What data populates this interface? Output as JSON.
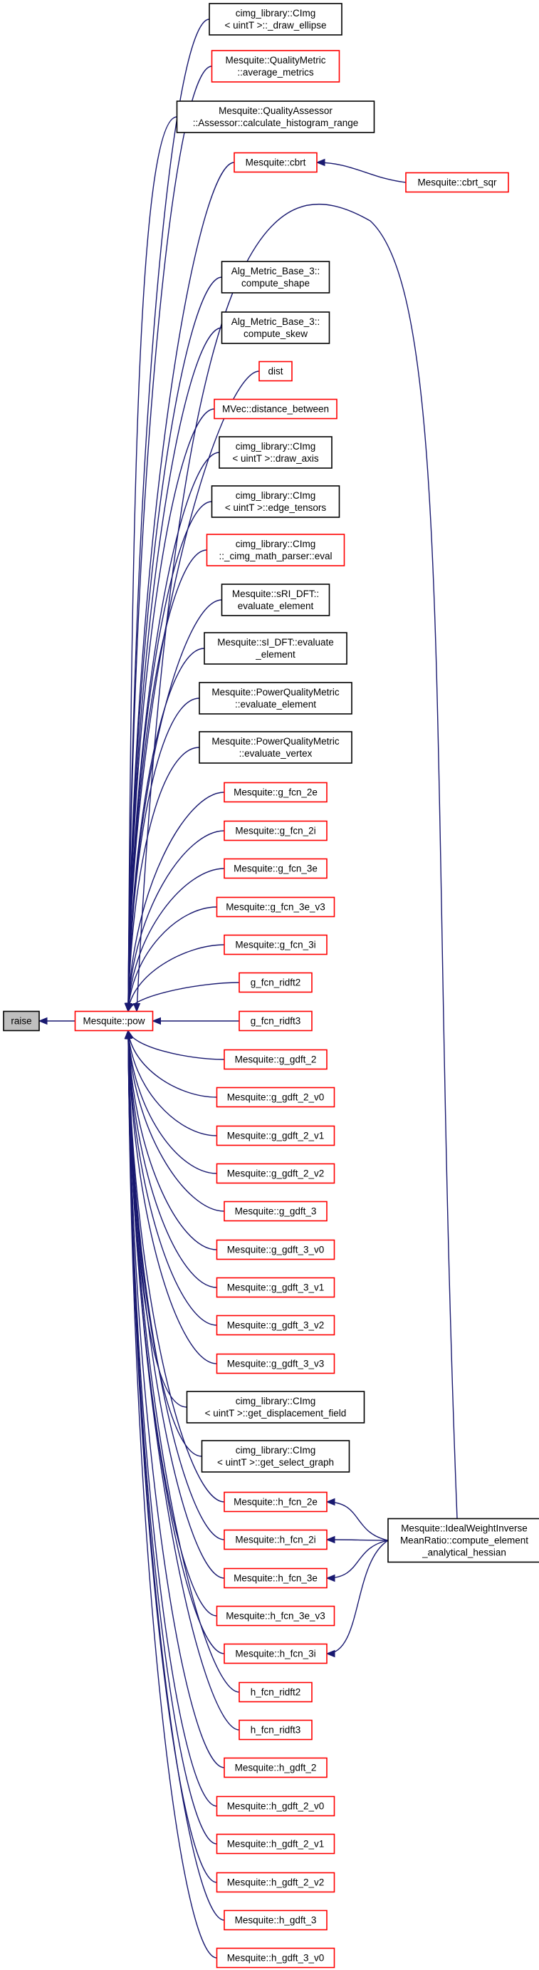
{
  "graph": {
    "title": "Caller graph of raise",
    "colors": {
      "edge": "#191970",
      "node_border_documented": "#000000",
      "node_border_undocumented": "#ff0000",
      "root_fill": "#bfbfbf"
    },
    "nodes": [
      {
        "id": "raise",
        "lines": [
          "raise"
        ],
        "border": "gray"
      },
      {
        "id": "pow",
        "lines": [
          "Mesquite::pow"
        ],
        "border": "red"
      },
      {
        "id": "c1",
        "lines": [
          "cimg_library::CImg",
          "< uintT >::_draw_ellipse"
        ],
        "border": "black"
      },
      {
        "id": "c2",
        "lines": [
          "Mesquite::QualityMetric",
          "::average_metrics"
        ],
        "border": "red"
      },
      {
        "id": "c3",
        "lines": [
          "Mesquite::QualityAssessor",
          "::Assessor::calculate_histogram_range"
        ],
        "border": "black"
      },
      {
        "id": "c4",
        "lines": [
          "Mesquite::cbrt"
        ],
        "border": "red"
      },
      {
        "id": "c5",
        "lines": [
          "Alg_Metric_Base_3::",
          "compute_shape"
        ],
        "border": "black"
      },
      {
        "id": "c6",
        "lines": [
          "Alg_Metric_Base_3::",
          "compute_skew"
        ],
        "border": "black"
      },
      {
        "id": "c7",
        "lines": [
          "dist"
        ],
        "border": "red"
      },
      {
        "id": "c8",
        "lines": [
          "MVec::distance_between"
        ],
        "border": "red"
      },
      {
        "id": "c9",
        "lines": [
          "cimg_library::CImg",
          "< uintT >::draw_axis"
        ],
        "border": "black"
      },
      {
        "id": "c10",
        "lines": [
          "cimg_library::CImg",
          "< uintT >::edge_tensors"
        ],
        "border": "black"
      },
      {
        "id": "c11",
        "lines": [
          "cimg_library::CImg",
          "::_cimg_math_parser::eval"
        ],
        "border": "red"
      },
      {
        "id": "c12",
        "lines": [
          "Mesquite::sRI_DFT::",
          "evaluate_element"
        ],
        "border": "black"
      },
      {
        "id": "c13",
        "lines": [
          "Mesquite::sI_DFT::evaluate",
          "_element"
        ],
        "border": "black"
      },
      {
        "id": "c14",
        "lines": [
          "Mesquite::PowerQualityMetric",
          "::evaluate_element"
        ],
        "border": "black"
      },
      {
        "id": "c15",
        "lines": [
          "Mesquite::PowerQualityMetric",
          "::evaluate_vertex"
        ],
        "border": "black"
      },
      {
        "id": "c16",
        "lines": [
          "Mesquite::g_fcn_2e"
        ],
        "border": "red"
      },
      {
        "id": "c17",
        "lines": [
          "Mesquite::g_fcn_2i"
        ],
        "border": "red"
      },
      {
        "id": "c18",
        "lines": [
          "Mesquite::g_fcn_3e"
        ],
        "border": "red"
      },
      {
        "id": "c19",
        "lines": [
          "Mesquite::g_fcn_3e_v3"
        ],
        "border": "red"
      },
      {
        "id": "c20",
        "lines": [
          "Mesquite::g_fcn_3i"
        ],
        "border": "red"
      },
      {
        "id": "c21",
        "lines": [
          "g_fcn_ridft2"
        ],
        "border": "red"
      },
      {
        "id": "c22",
        "lines": [
          "g_fcn_ridft3"
        ],
        "border": "red"
      },
      {
        "id": "c23",
        "lines": [
          "Mesquite::g_gdft_2"
        ],
        "border": "red"
      },
      {
        "id": "c24",
        "lines": [
          "Mesquite::g_gdft_2_v0"
        ],
        "border": "red"
      },
      {
        "id": "c25",
        "lines": [
          "Mesquite::g_gdft_2_v1"
        ],
        "border": "red"
      },
      {
        "id": "c26",
        "lines": [
          "Mesquite::g_gdft_2_v2"
        ],
        "border": "red"
      },
      {
        "id": "c27",
        "lines": [
          "Mesquite::g_gdft_3"
        ],
        "border": "red"
      },
      {
        "id": "c28",
        "lines": [
          "Mesquite::g_gdft_3_v0"
        ],
        "border": "red"
      },
      {
        "id": "c29",
        "lines": [
          "Mesquite::g_gdft_3_v1"
        ],
        "border": "red"
      },
      {
        "id": "c30",
        "lines": [
          "Mesquite::g_gdft_3_v2"
        ],
        "border": "red"
      },
      {
        "id": "c31",
        "lines": [
          "Mesquite::g_gdft_3_v3"
        ],
        "border": "red"
      },
      {
        "id": "c32",
        "lines": [
          "cimg_library::CImg",
          "< uintT >::get_displacement_field"
        ],
        "border": "black"
      },
      {
        "id": "c33",
        "lines": [
          "cimg_library::CImg",
          "< uintT >::get_select_graph"
        ],
        "border": "black"
      },
      {
        "id": "c34",
        "lines": [
          "Mesquite::h_fcn_2e"
        ],
        "border": "red"
      },
      {
        "id": "c35",
        "lines": [
          "Mesquite::h_fcn_2i"
        ],
        "border": "red"
      },
      {
        "id": "c36",
        "lines": [
          "Mesquite::h_fcn_3e"
        ],
        "border": "red"
      },
      {
        "id": "c37",
        "lines": [
          "Mesquite::h_fcn_3e_v3"
        ],
        "border": "red"
      },
      {
        "id": "c38",
        "lines": [
          "Mesquite::h_fcn_3i"
        ],
        "border": "red"
      },
      {
        "id": "c39",
        "lines": [
          "h_fcn_ridft2"
        ],
        "border": "red"
      },
      {
        "id": "c40",
        "lines": [
          "h_fcn_ridft3"
        ],
        "border": "red"
      },
      {
        "id": "c41",
        "lines": [
          "Mesquite::h_gdft_2"
        ],
        "border": "red"
      },
      {
        "id": "c42",
        "lines": [
          "Mesquite::h_gdft_2_v0"
        ],
        "border": "red"
      },
      {
        "id": "c43",
        "lines": [
          "Mesquite::h_gdft_2_v1"
        ],
        "border": "red"
      },
      {
        "id": "c44",
        "lines": [
          "Mesquite::h_gdft_2_v2"
        ],
        "border": "red"
      },
      {
        "id": "c45",
        "lines": [
          "Mesquite::h_gdft_3"
        ],
        "border": "red"
      },
      {
        "id": "c46",
        "lines": [
          "Mesquite::h_gdft_3_v0"
        ],
        "border": "red"
      },
      {
        "id": "cbrt_sqr",
        "lines": [
          "Mesquite::cbrt_sqr"
        ],
        "border": "red"
      },
      {
        "id": "iwimr",
        "lines": [
          "Mesquite::IdealWeightInverse",
          "MeanRatio::compute_element",
          "_analytical_hessian"
        ],
        "border": "black"
      }
    ],
    "edges": [
      {
        "from": "pow",
        "to": "raise"
      },
      {
        "from": "c1",
        "to": "pow"
      },
      {
        "from": "c2",
        "to": "pow"
      },
      {
        "from": "c3",
        "to": "pow"
      },
      {
        "from": "c4",
        "to": "pow"
      },
      {
        "from": "c5",
        "to": "pow"
      },
      {
        "from": "c6",
        "to": "pow"
      },
      {
        "from": "c7",
        "to": "pow"
      },
      {
        "from": "c8",
        "to": "pow"
      },
      {
        "from": "c9",
        "to": "pow"
      },
      {
        "from": "c10",
        "to": "pow"
      },
      {
        "from": "c11",
        "to": "pow"
      },
      {
        "from": "c12",
        "to": "pow"
      },
      {
        "from": "c13",
        "to": "pow"
      },
      {
        "from": "c14",
        "to": "pow"
      },
      {
        "from": "c15",
        "to": "pow"
      },
      {
        "from": "c16",
        "to": "pow"
      },
      {
        "from": "c17",
        "to": "pow"
      },
      {
        "from": "c18",
        "to": "pow"
      },
      {
        "from": "c19",
        "to": "pow"
      },
      {
        "from": "c20",
        "to": "pow"
      },
      {
        "from": "c21",
        "to": "pow"
      },
      {
        "from": "c22",
        "to": "pow"
      },
      {
        "from": "c23",
        "to": "pow"
      },
      {
        "from": "c24",
        "to": "pow"
      },
      {
        "from": "c25",
        "to": "pow"
      },
      {
        "from": "c26",
        "to": "pow"
      },
      {
        "from": "c27",
        "to": "pow"
      },
      {
        "from": "c28",
        "to": "pow"
      },
      {
        "from": "c29",
        "to": "pow"
      },
      {
        "from": "c30",
        "to": "pow"
      },
      {
        "from": "c31",
        "to": "pow"
      },
      {
        "from": "c32",
        "to": "pow"
      },
      {
        "from": "c33",
        "to": "pow"
      },
      {
        "from": "c34",
        "to": "pow"
      },
      {
        "from": "c35",
        "to": "pow"
      },
      {
        "from": "c36",
        "to": "pow"
      },
      {
        "from": "c37",
        "to": "pow"
      },
      {
        "from": "c38",
        "to": "pow"
      },
      {
        "from": "c39",
        "to": "pow"
      },
      {
        "from": "c40",
        "to": "pow"
      },
      {
        "from": "c41",
        "to": "pow"
      },
      {
        "from": "c42",
        "to": "pow"
      },
      {
        "from": "c43",
        "to": "pow"
      },
      {
        "from": "c44",
        "to": "pow"
      },
      {
        "from": "c45",
        "to": "pow"
      },
      {
        "from": "c46",
        "to": "pow"
      },
      {
        "from": "cbrt_sqr",
        "to": "c4"
      },
      {
        "from": "iwimr",
        "to": "pow"
      },
      {
        "from": "iwimr",
        "to": "c34"
      },
      {
        "from": "iwimr",
        "to": "c35"
      },
      {
        "from": "iwimr",
        "to": "c36"
      },
      {
        "from": "iwimr",
        "to": "c38"
      }
    ]
  }
}
